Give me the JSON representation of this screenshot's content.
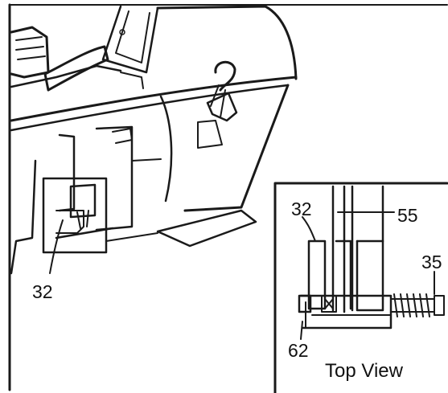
{
  "figure": {
    "main_view": {
      "callouts": [
        {
          "label": "32"
        }
      ]
    },
    "inset": {
      "title": "Top View",
      "callouts": [
        {
          "label": "32"
        },
        {
          "label": "55"
        },
        {
          "label": "35"
        },
        {
          "label": "62"
        }
      ]
    }
  },
  "colors": {
    "ink": "#1a1a1a",
    "background": "#ffffff"
  }
}
